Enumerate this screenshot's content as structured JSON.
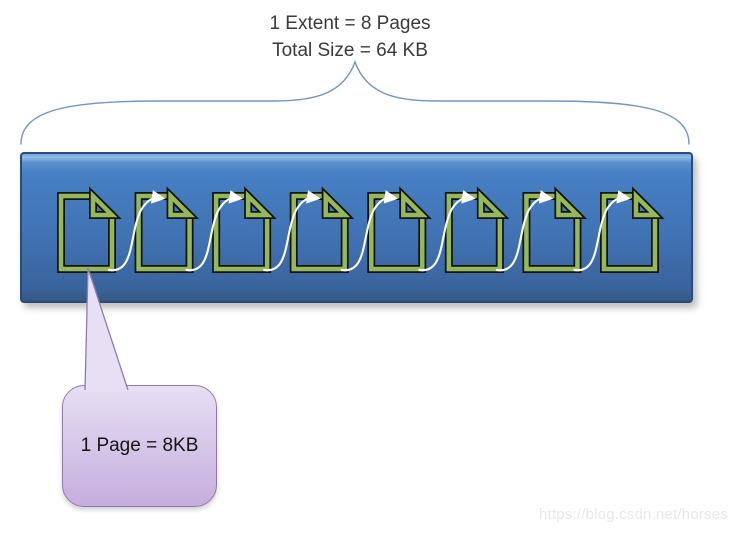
{
  "title": {
    "line1": "1 Extent = 8 Pages",
    "line2": "Total Size = 64 KB"
  },
  "extent": {
    "page_count": 8
  },
  "callout": {
    "label": "1 Page = 8KB"
  },
  "watermark": {
    "text": "https://blog.csdn.net/horses"
  },
  "colors": {
    "box_main": "#4680C4",
    "box_bottom": "#3A639C",
    "box_border": "#2A4C7C",
    "page_green": "#94B85A",
    "page_outline": "#131313",
    "arrow_white": "#FFFFFF",
    "brace_blue": "#7094C8",
    "callout_fill_top": "#E7DFF3",
    "callout_fill_bottom": "#C5AEDE",
    "callout_border": "#8F7CAB",
    "title_text": "#3A3A3A",
    "watermark_gray": "#E8E8E8"
  }
}
